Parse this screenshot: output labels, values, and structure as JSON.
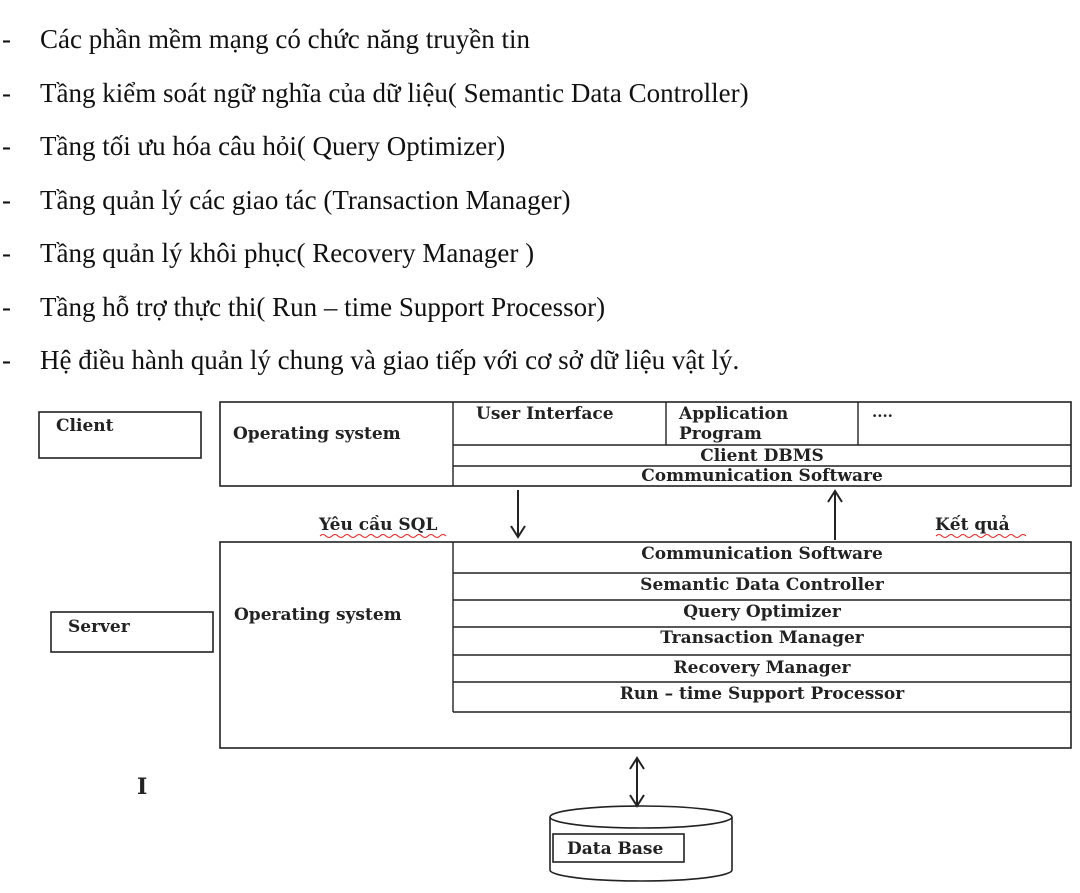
{
  "bullets": [
    {
      "marker": "-",
      "text": "Các phần mềm mạng có chức năng truyền tin"
    },
    {
      "marker": "-",
      "text": "Tầng kiểm soát ngữ nghĩa của dữ liệu( Semantic Data Controller)"
    },
    {
      "marker": "-",
      "text": "Tầng tối ưu hóa câu hỏi( Query Optimizer)"
    },
    {
      "marker": "-",
      "text": "Tầng quản lý các giao tác (Transaction Manager)"
    },
    {
      "marker": "-",
      "text": "Tầng quản lý khôi phục( Recovery Manager )"
    },
    {
      "marker": "-",
      "text": "Tầng hỗ trợ thực thi( Run – time Support Processor)"
    },
    {
      "marker": "-",
      "text": "Hệ điều hành quản lý chung và giao tiếp với cơ sở dữ liệu vật lý."
    }
  ],
  "diagram": {
    "client": {
      "label": "Client",
      "os_label": "Operating system",
      "top_cells": [
        "User Interface",
        "Application",
        "Program",
        "...."
      ],
      "client_dbms": "Client DBMS",
      "comm": "Communication Software"
    },
    "request_label": "Yêu cầu SQL",
    "result_label": "Kết quả",
    "server": {
      "label": "Server",
      "os_label": "Operating system",
      "layers": [
        "Communication Software",
        "Semantic Data Controller",
        "Query Optimizer",
        "Transaction Manager",
        "Recovery Manager",
        "Run – time Support Processor"
      ]
    },
    "stray_mark": "I",
    "database_label": "Data Base"
  }
}
